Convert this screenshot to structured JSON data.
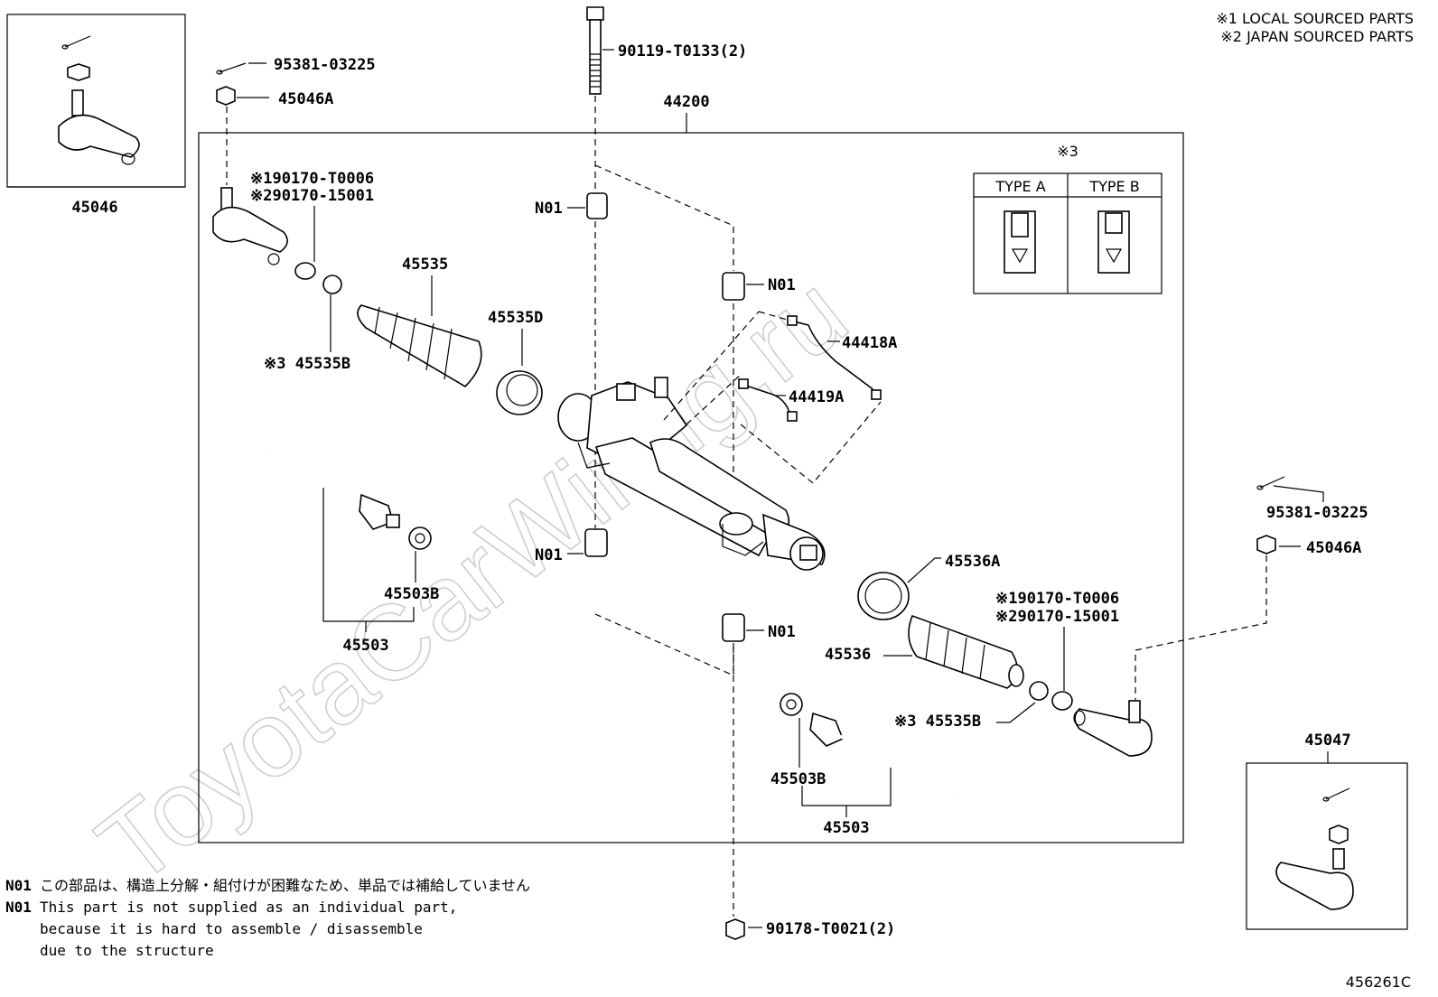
{
  "legend": {
    "line1": "※1 LOCAL SOURCED PARTS",
    "line2": "※2 JAPAN SOURCED PARTS"
  },
  "watermark": "ToyotaCarWiring.ru",
  "assembly_label": "44200",
  "labels": {
    "bolt": "90119-T0133(2)",
    "cotter_pin_left": "95381-03225",
    "nut_left": "45046A",
    "inset_left_part": "45046",
    "clamp_left_1": "※190170-T0006",
    "clamp_left_2": "※290170-15001",
    "boot_left": "45535",
    "boot_clamp_left_d": "45535D",
    "boot_clamp_left_b": "※3 45535B",
    "n01_top": "N01",
    "n01_right_top": "N01",
    "n01_bottom_left": "N01",
    "n01_bottom_right": "N01",
    "tube_a": "44418A",
    "tube_b": "44419A",
    "washer_left": "45503B",
    "rod_left": "45503",
    "cotter_pin_right": "95381-03225",
    "nut_right": "45046A",
    "boot_clamp_right_a": "45536A",
    "clamp_right_1": "※190170-T0006",
    "clamp_right_2": "※290170-15001",
    "boot_right": "45536",
    "boot_clamp_right_b": "※3 45535B",
    "washer_right": "45503B",
    "rod_right": "45503",
    "inset_right_part": "45047",
    "nut_bottom": "90178-T0021(2)",
    "figure_id": "456261C"
  },
  "type_table": {
    "mark": "※3",
    "col_a": "TYPE A",
    "col_b": "TYPE B"
  },
  "footnote": {
    "n01_jp_tag": "N01",
    "n01_jp": "この部品は、構造上分解・組付けが困難なため、単品では補給していません",
    "n01_en_tag": "N01",
    "n01_en_1": "This part is not supplied as an individual part,",
    "n01_en_2": "because it is hard to assemble / disassemble",
    "n01_en_3": "due to the structure"
  }
}
